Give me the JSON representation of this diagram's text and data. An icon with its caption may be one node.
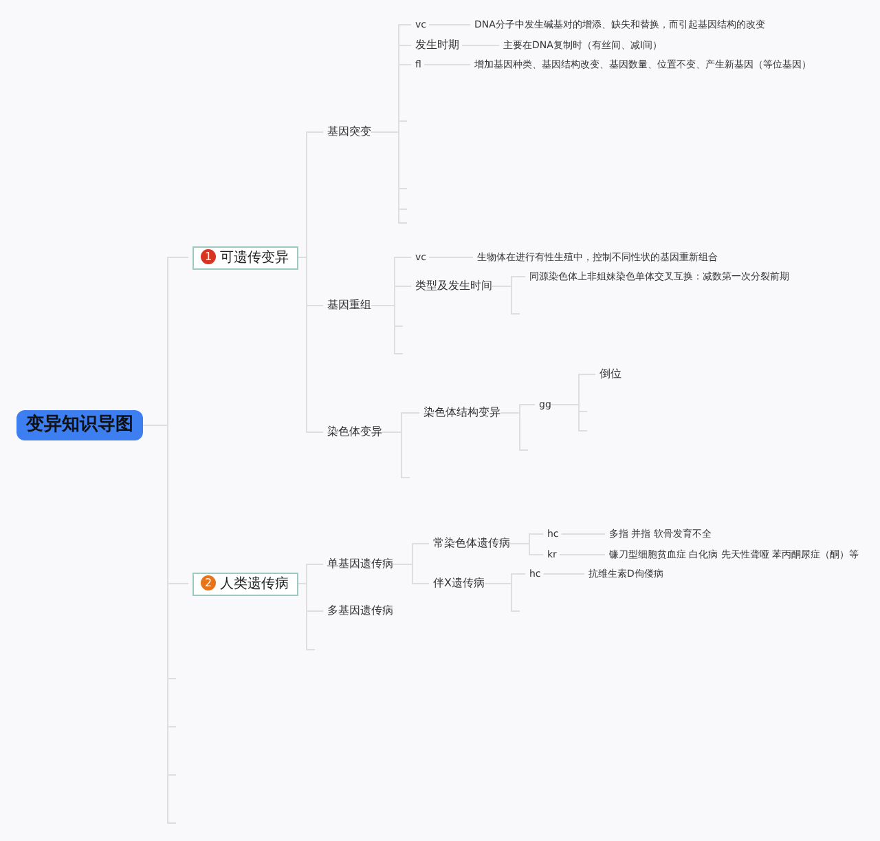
{
  "diagram": {
    "nodes": [
      {
        "text": [
          "变异知识导图"
        ]
      },
      {
        "text": [
          "1",
          "可遗传变异"
        ]
      },
      {
        "text": [
          "基因突变"
        ]
      },
      {
        "text": [
          "vc"
        ]
      },
      {
        "text": [
          "DNA分子中发生碱基对的增添、缺失和替换，而引起基因结构的改变"
        ]
      },
      {
        "text": [
          "发生时期"
        ]
      },
      {
        "text": [
          "主要在DNA复制时（有丝间、减I间）"
        ]
      },
      {
        "text": [
          "fl"
        ]
      },
      {
        "text": [
          "增加基因种类、基因结构改变、基因数量、位置不变、产生新基因（等位基因）"
        ]
      },
      {
        "text": [
          "基因重组"
        ]
      },
      {
        "text": [
          "vc"
        ]
      },
      {
        "text": [
          "生物体在进行有性生殖中，控制不同性状的基因重新组合"
        ]
      },
      {
        "text": [
          "类型及发生时间"
        ]
      },
      {
        "text": [
          "同源染色体上非姐妹染色单体交叉互换：减数第一次分裂前期"
        ]
      },
      {
        "text": [
          "染色体变异"
        ]
      },
      {
        "text": [
          "染色体结构变异"
        ]
      },
      {
        "text": [
          "gg"
        ]
      },
      {
        "text": [
          "倒位"
        ]
      },
      {
        "text": [
          "2",
          "人类遗传病"
        ]
      },
      {
        "text": [
          "单基因遗传病"
        ]
      },
      {
        "text": [
          "常染色体遗传病"
        ]
      },
      {
        "text": [
          "hc"
        ]
      },
      {
        "text": [
          "多指 并指 软骨发育不全"
        ]
      },
      {
        "text": [
          "kr"
        ]
      },
      {
        "text": [
          "镰刀型细胞贫血症 白化病 先天性聋哑 苯丙酮尿症（酮）等"
        ]
      },
      {
        "text": [
          "伴X遗传病"
        ]
      },
      {
        "text": [
          "hc"
        ]
      },
      {
        "text": [
          "抗维生素D佝偻病"
        ]
      },
      {
        "text": [
          "多基因遗传病"
        ]
      }
    ],
    "edges": [
      {
        "from": 0,
        "to": 1,
        "arrow": "none"
      },
      {
        "from": 0,
        "to": 18,
        "arrow": "none"
      },
      {
        "from": 1,
        "to": 2,
        "arrow": "none"
      },
      {
        "from": 1,
        "to": 9,
        "arrow": "none"
      },
      {
        "from": 1,
        "to": 14,
        "arrow": "none"
      },
      {
        "from": 2,
        "to": 3,
        "arrow": "none"
      },
      {
        "from": 2,
        "to": 5,
        "arrow": "none"
      },
      {
        "from": 2,
        "to": 7,
        "arrow": "none"
      },
      {
        "from": 3,
        "to": 4,
        "arrow": "none"
      },
      {
        "from": 5,
        "to": 6,
        "arrow": "none"
      },
      {
        "from": 7,
        "to": 8,
        "arrow": "none"
      },
      {
        "from": 9,
        "to": 10,
        "arrow": "none"
      },
      {
        "from": 9,
        "to": 12,
        "arrow": "none"
      },
      {
        "from": 10,
        "to": 11,
        "arrow": "none"
      },
      {
        "from": 12,
        "to": 13,
        "arrow": "none"
      },
      {
        "from": 14,
        "to": 15,
        "arrow": "none"
      },
      {
        "from": 15,
        "to": 16,
        "arrow": "none"
      },
      {
        "from": 16,
        "to": 17,
        "arrow": "none"
      },
      {
        "from": 18,
        "to": 19,
        "arrow": "none"
      },
      {
        "from": 18,
        "to": 28,
        "arrow": "none"
      },
      {
        "from": 19,
        "to": 20,
        "arrow": "none"
      },
      {
        "from": 19,
        "to": 25,
        "arrow": "none"
      },
      {
        "from": 20,
        "to": 21,
        "arrow": "none"
      },
      {
        "from": 20,
        "to": 23,
        "arrow": "none"
      },
      {
        "from": 21,
        "to": 22,
        "arrow": "none"
      },
      {
        "from": 23,
        "to": 24,
        "arrow": "none"
      },
      {
        "from": 25,
        "to": 26,
        "arrow": "none"
      },
      {
        "from": 26,
        "to": 27,
        "arrow": "none"
      },
      {
        "from": 0,
        "to": null,
        "arrow": "none"
      },
      {
        "from": 0,
        "to": null,
        "arrow": "none"
      },
      {
        "from": 0,
        "to": null,
        "arrow": "none"
      },
      {
        "from": 0,
        "to": null,
        "arrow": "none"
      },
      {
        "from": 2,
        "to": null,
        "arrow": "none"
      },
      {
        "from": 2,
        "to": null,
        "arrow": "none"
      },
      {
        "from": 2,
        "to": null,
        "arrow": "none"
      },
      {
        "from": 2,
        "to": null,
        "arrow": "none"
      },
      {
        "from": 9,
        "to": null,
        "arrow": "none"
      },
      {
        "from": 9,
        "to": null,
        "arrow": "none"
      },
      {
        "from": 12,
        "to": null,
        "arrow": "none"
      },
      {
        "from": 14,
        "to": null,
        "arrow": "none"
      },
      {
        "from": 15,
        "to": null,
        "arrow": "none"
      },
      {
        "from": 16,
        "to": null,
        "arrow": "none"
      },
      {
        "from": 16,
        "to": null,
        "arrow": "none"
      },
      {
        "from": 18,
        "to": null,
        "arrow": "none"
      },
      {
        "from": 25,
        "to": null,
        "arrow": "none"
      }
    ]
  }
}
